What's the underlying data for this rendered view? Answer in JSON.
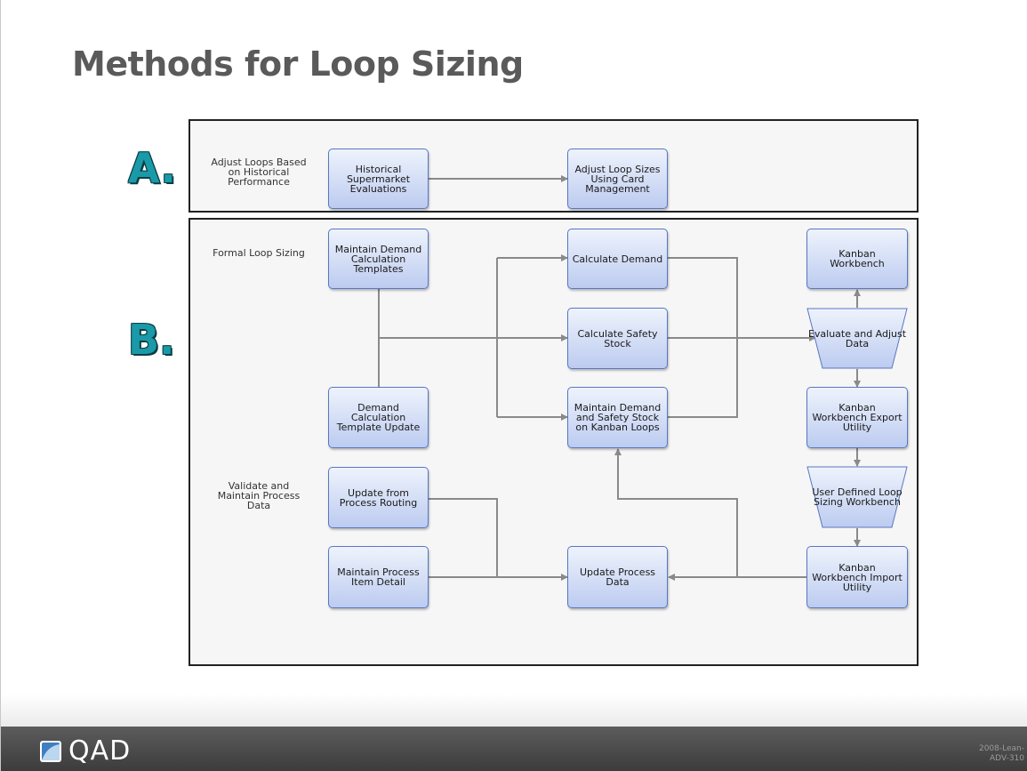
{
  "title": "Methods for Loop Sizing",
  "section_a": {
    "letter": "A.",
    "label": "Adjust Loops Based on Historical Performance",
    "boxes": {
      "historical": "Historical Supermarket Evaluations",
      "adjust": "Adjust Loop Sizes Using Card Management"
    }
  },
  "section_b": {
    "letter": "B.",
    "labels": {
      "formal": "Formal Loop Sizing",
      "validate": "Validate and Maintain Process Data"
    },
    "boxes": {
      "maintain_templates": "Maintain Demand Calculation Templates",
      "template_update": "Demand Calculation Template Update",
      "update_routing": "Update from Process Routing",
      "item_detail": "Maintain Process Item Detail",
      "calc_demand": "Calculate Demand",
      "calc_safety": "Calculate Safety Stock",
      "maintain_demand": "Maintain Demand and Safety Stock on Kanban Loops",
      "update_process": "Update Process Data",
      "kanban_workbench": "Kanban Workbench",
      "evaluate": "Evaluate and Adjust Data",
      "export": "Kanban Workbench Export Utility",
      "user_defined": "User Defined Loop Sizing Workbench",
      "import": "Kanban Workbench Import Utility"
    }
  },
  "footer": {
    "logo": "QAD",
    "code_line1": "2008-Lean-",
    "code_line2": "ADV-310"
  },
  "colors": {
    "box_border": "#5877c2",
    "box_fill_top": "#eef3fc",
    "box_fill_bottom": "#bccbf0",
    "letter": "#1a9aa8",
    "connector": "#8a8a8a",
    "footer": "#4a4a4a"
  }
}
